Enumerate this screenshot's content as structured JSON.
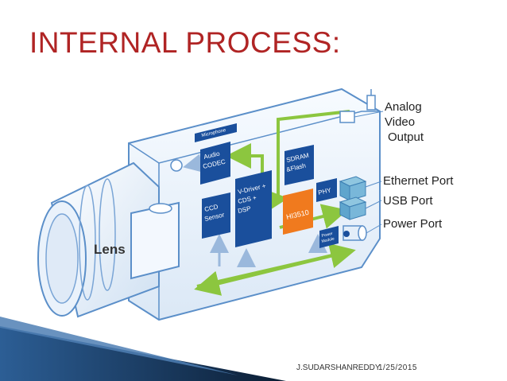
{
  "slide": {
    "title": "INTERNAL PROCESS:",
    "footer_author": "J.SUDARSHANREDDY",
    "footer_date": "1/25/2015"
  },
  "diagram": {
    "lens_label": "Lens",
    "external_labels": {
      "analog_line1": "Analog",
      "analog_line2": "Video",
      "analog_line3": "Output",
      "ethernet": "Ethernet Port",
      "usb": "USB Port",
      "power": "Power Port"
    },
    "blocks": {
      "microphone": "Microphone",
      "audio_codec_1": "Audio",
      "audio_codec_2": "CODEC",
      "sdram_1": "SDRAM",
      "sdram_2": "&Flash",
      "phy": "PHY",
      "vdriver_1": "V-Driver +",
      "vdriver_2": "CDS +",
      "vdriver_3": "DSP",
      "ccd_1": "CCD",
      "ccd_2": "Sensor",
      "hi3510": "HI3510",
      "power_module_1": "Power",
      "power_module_2": "Module"
    },
    "colors": {
      "block_blue": "#1a4f9c",
      "processor_orange": "#f07a1e",
      "arrow_green": "#8cc63f",
      "arrow_blue_light": "#9ab8dc",
      "camera_outline": "#5b8fc9",
      "title_red": "#b02424"
    }
  }
}
